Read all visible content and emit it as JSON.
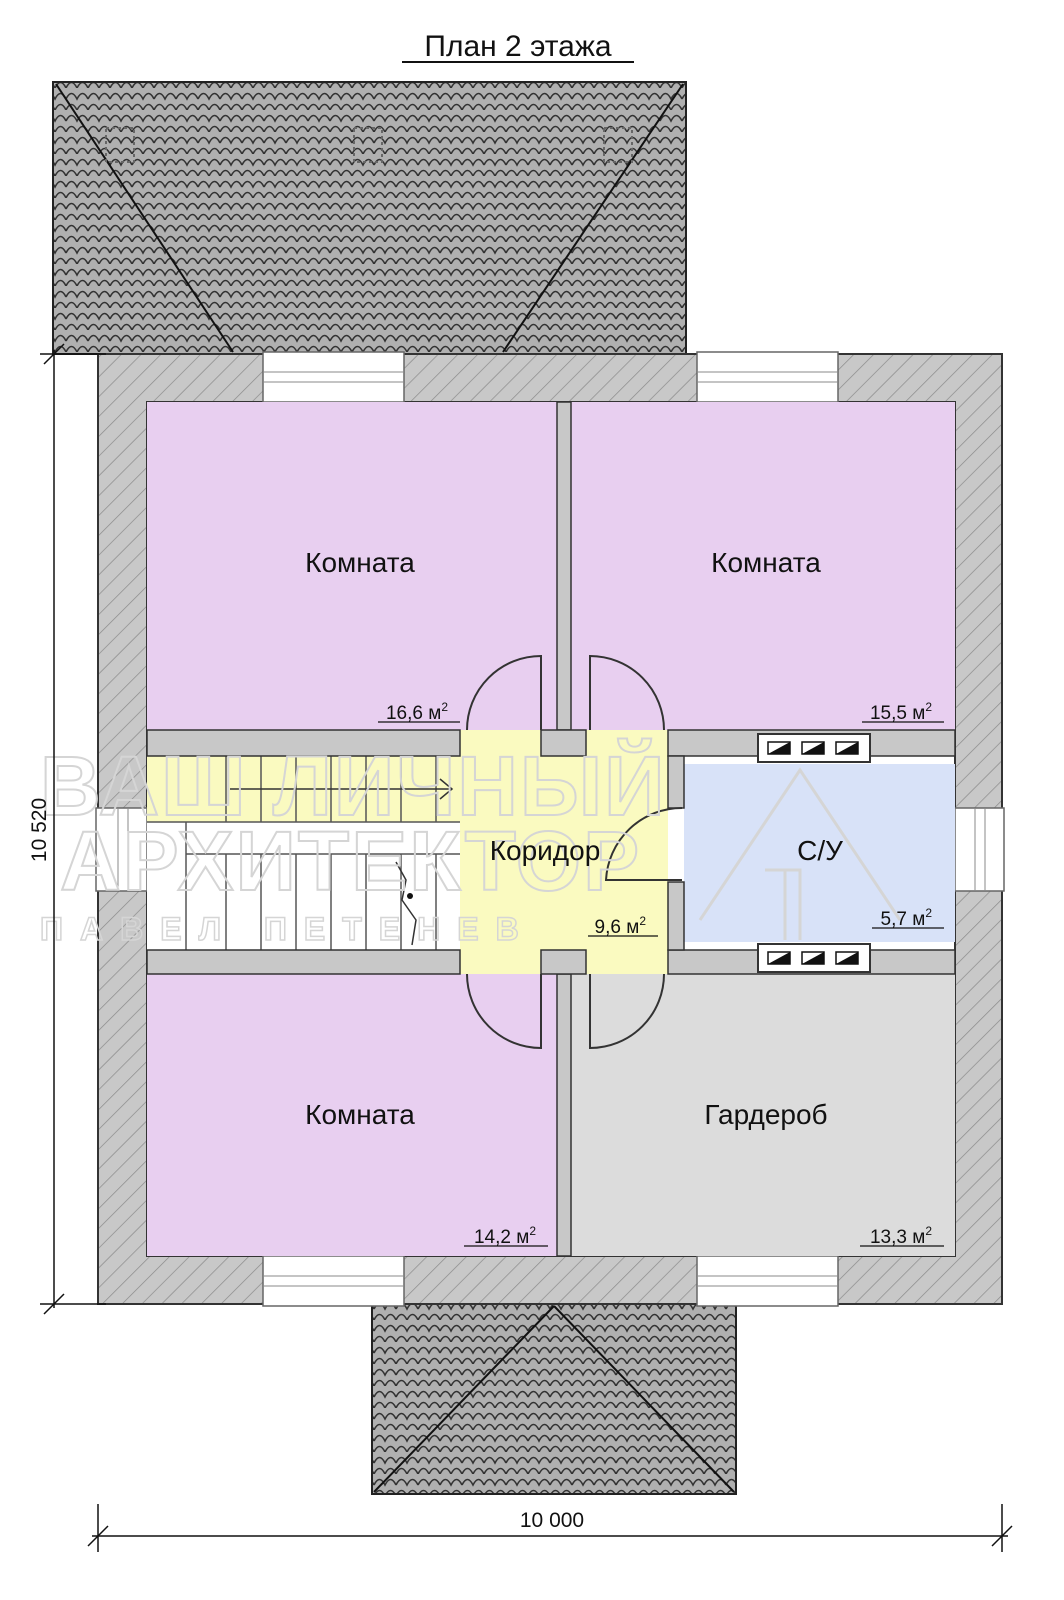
{
  "title": "План 2 этажа",
  "rooms": [
    {
      "name": "Комната",
      "area": "16,6 м",
      "unit_sup": "2",
      "color": "#e8cff0"
    },
    {
      "name": "Комната",
      "area": "15,5 м",
      "unit_sup": "2",
      "color": "#e8cff0"
    },
    {
      "name": "Коридор",
      "area": "9,6 м",
      "unit_sup": "2",
      "color": "#fafac0"
    },
    {
      "name": "С/У",
      "area": "5,7 м",
      "unit_sup": "2",
      "color": "#d8e2f8"
    },
    {
      "name": "Комната",
      "area": "14,2 м",
      "unit_sup": "2",
      "color": "#e8cff0"
    },
    {
      "name": "Гардероб",
      "area": "13,3 м",
      "unit_sup": "2",
      "color": "#dcdcdc"
    }
  ],
  "dimensions": {
    "width": "10 000",
    "height": "10 520"
  },
  "watermark": {
    "line1": "ВАШ ЛИЧНЫЙ",
    "line2": "АРХИТЕКТОР",
    "line3": "ПАВЕЛ ПЕТЕНЕВ"
  },
  "colors": {
    "wall": "#c8c8c8",
    "roof": "#a9a9a9",
    "room": "#e8cff0",
    "corridor": "#fafac0",
    "bathroom": "#d8e2f8",
    "wardrobe": "#dcdcdc"
  }
}
